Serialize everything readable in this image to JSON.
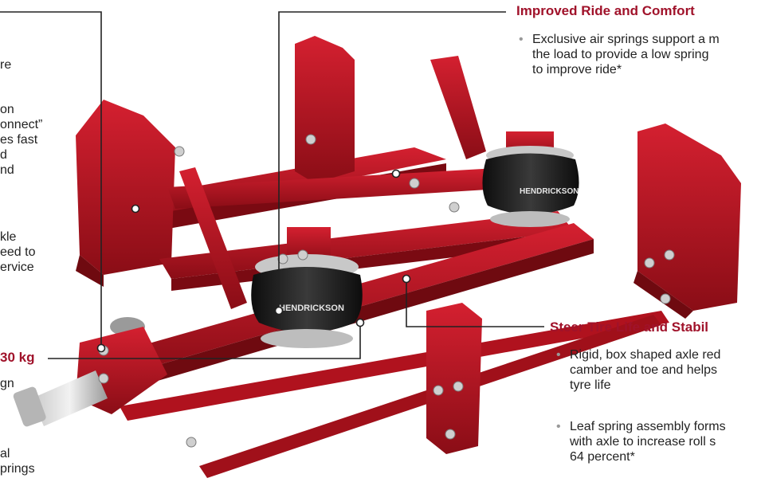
{
  "colors": {
    "accent": "#a0122a",
    "frame": "#b3121f",
    "frame_dark": "#7a0a12",
    "airbag": "#1c1c1c",
    "callout": "#222222"
  },
  "left_column": {
    "lines": [
      "re",
      "on",
      "onnect”",
      "es fast",
      "d",
      "nd",
      "kle",
      "eed to",
      "ervice"
    ],
    "weight_heading": "30 kg",
    "weight_lines": [
      "gn",
      "al",
      "prings"
    ]
  },
  "top_right": {
    "heading": "Improved Ride and Comfort",
    "bullet_lines": [
      "Exclusive air springs support a m",
      "the load to provide a low spring",
      "to improve ride*"
    ]
  },
  "bottom_right": {
    "heading": "Steer Tire Life and Stabil",
    "bullets": [
      {
        "lines": [
          "Rigid, box shaped axle red",
          "camber and toe and helps",
          "tyre life"
        ]
      },
      {
        "lines": [
          "Leaf spring assembly forms",
          "with axle to increase roll s",
          "64 percent*"
        ]
      }
    ]
  },
  "airbag_brand": "HENDRICKSON"
}
